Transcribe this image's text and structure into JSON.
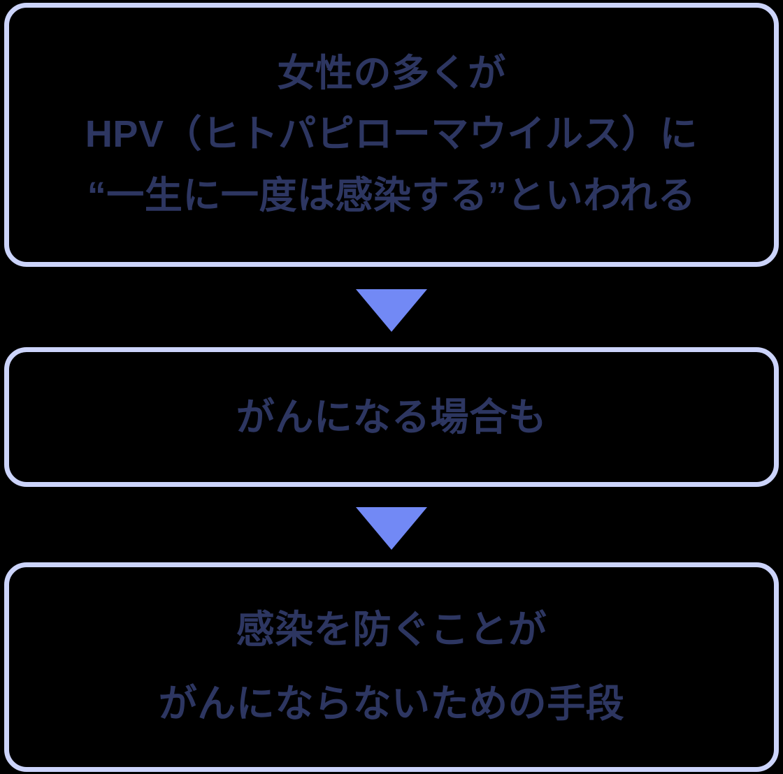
{
  "diagram": {
    "title": "HPV infection to cancer prevention flow",
    "colors": {
      "box_border": "#ccd4fb",
      "text": "#2d3661",
      "arrow": "#7289f5",
      "background": "#000000"
    },
    "steps": [
      {
        "id": "step-1",
        "lines": [
          "女性の多くが",
          "HPV（ヒトパピローマウイルス）に",
          "“一生に一度は感染する”といわれる"
        ]
      },
      {
        "id": "step-2",
        "lines": [
          "がんになる場合も"
        ]
      },
      {
        "id": "step-3",
        "lines": [
          "感染を防ぐことが",
          "がんにならないための手段"
        ]
      }
    ],
    "arrows": [
      {
        "id": "arrow-1",
        "direction": "down"
      },
      {
        "id": "arrow-2",
        "direction": "down"
      }
    ]
  }
}
